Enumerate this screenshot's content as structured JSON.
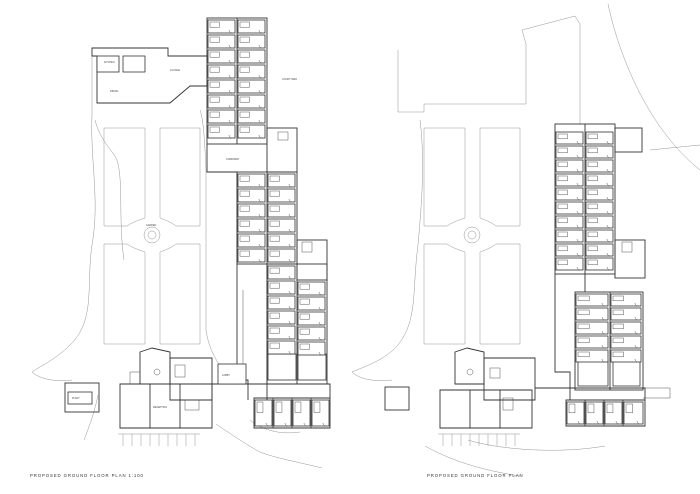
{
  "plans": [
    {
      "caption": "PROPOSED GROUND FLOOR PLAN 1:100",
      "labels": {
        "lobby": "LOBBY",
        "corridor": "CORRIDOR",
        "courtyard": "COURTYARD",
        "garden": "GARDEN",
        "kitchen": "KITCHEN",
        "dining": "DINING",
        "lounge": "LOUNGE",
        "reception": "RECEPTION",
        "plant": "PLANT"
      }
    },
    {
      "caption": "PROPOSED GROUND FLOOR PLAN"
    }
  ],
  "colors": {
    "line": "#333333",
    "paper": "#ffffff"
  }
}
